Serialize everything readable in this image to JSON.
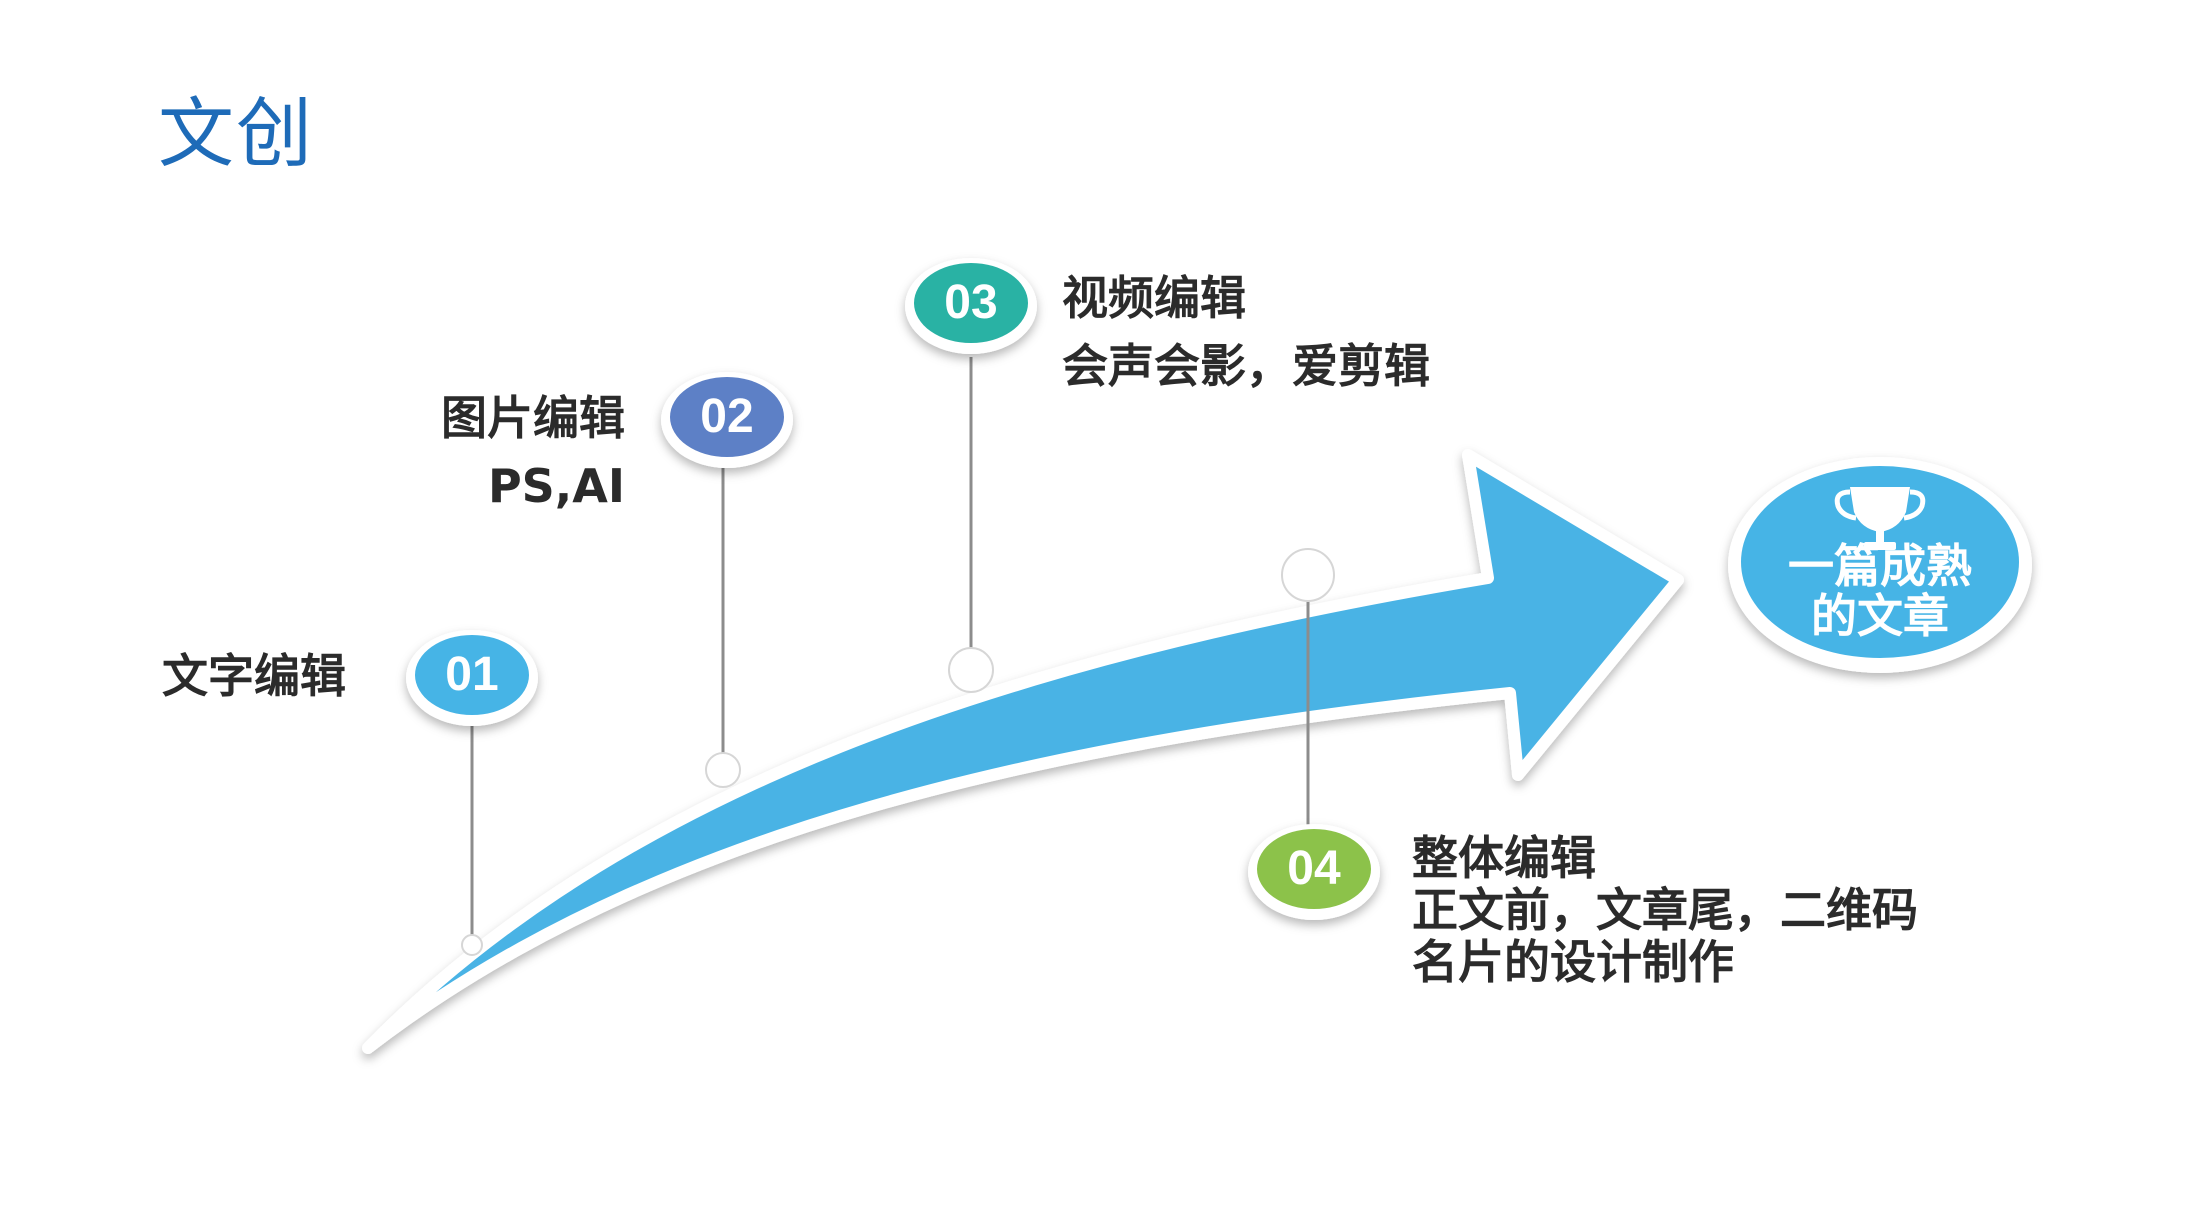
{
  "title": "文创",
  "steps": [
    {
      "number": "01",
      "title": "文字编辑",
      "detail": [],
      "color": "#46b4e6"
    },
    {
      "number": "02",
      "title": "图片编辑",
      "detail": [
        "PS,AI"
      ],
      "color": "#5d80c6"
    },
    {
      "number": "03",
      "title": "视频编辑",
      "detail": [
        "会声会影，爱剪辑"
      ],
      "color": "#29b2a4"
    },
    {
      "number": "04",
      "title": "整体编辑",
      "detail": [
        "正文前，文章尾，二维码",
        "名片的设计制作"
      ],
      "color": "#8cc24a"
    }
  ],
  "goal": {
    "lines": [
      "一篇成熟",
      "的文章"
    ],
    "icon": "trophy-icon",
    "color": "#46b4e6"
  },
  "colors": {
    "arrow": "#4ab3e5",
    "title": "#1e6bb8",
    "connector": "#8c8c8c"
  }
}
